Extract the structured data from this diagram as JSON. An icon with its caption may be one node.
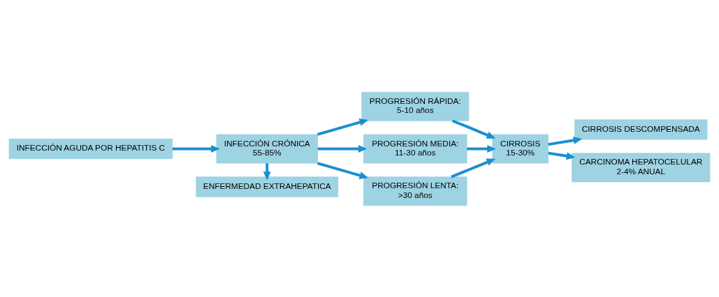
{
  "diagram": {
    "nodes": [
      {
        "text": [
          "INFECCIÓN AGUDA POR HEPATITIS C"
        ]
      },
      {
        "text": [
          "INFECCIÓN CRÓNICA",
          "55-85%"
        ]
      },
      {
        "text": [
          "ENFERMEDAD EXTRAHEPATICA"
        ]
      },
      {
        "text": [
          "PROGRESIÓN RÁPIDA:",
          "5-10 años"
        ]
      },
      {
        "text": [
          "PROGRESIÓN MEDIA:",
          "11-30 años"
        ]
      },
      {
        "text": [
          "PROGRESIÓN LENTA:",
          ">30 años"
        ]
      },
      {
        "text": [
          "CIRROSIS",
          "15-30%"
        ]
      },
      {
        "text": [
          "CIRROSIS DESCOMPENSADA"
        ]
      },
      {
        "text": [
          "CARCINOMA HEPATOCELULAR",
          "2-4% ANUAL"
        ]
      }
    ],
    "edges": [
      {
        "from": 0,
        "to": 1,
        "arrow": "to"
      },
      {
        "from": 1,
        "to": 2,
        "arrow": "to"
      },
      {
        "from": 1,
        "to": 3,
        "arrow": "to"
      },
      {
        "from": 1,
        "to": 4,
        "arrow": "to"
      },
      {
        "from": 1,
        "to": 5,
        "arrow": "to"
      },
      {
        "from": 3,
        "to": 6,
        "arrow": "to"
      },
      {
        "from": 4,
        "to": 6,
        "arrow": "to"
      },
      {
        "from": 5,
        "to": 6,
        "arrow": "to"
      },
      {
        "from": 6,
        "to": 7,
        "arrow": "to"
      },
      {
        "from": 6,
        "to": 8,
        "arrow": "to"
      }
    ]
  }
}
